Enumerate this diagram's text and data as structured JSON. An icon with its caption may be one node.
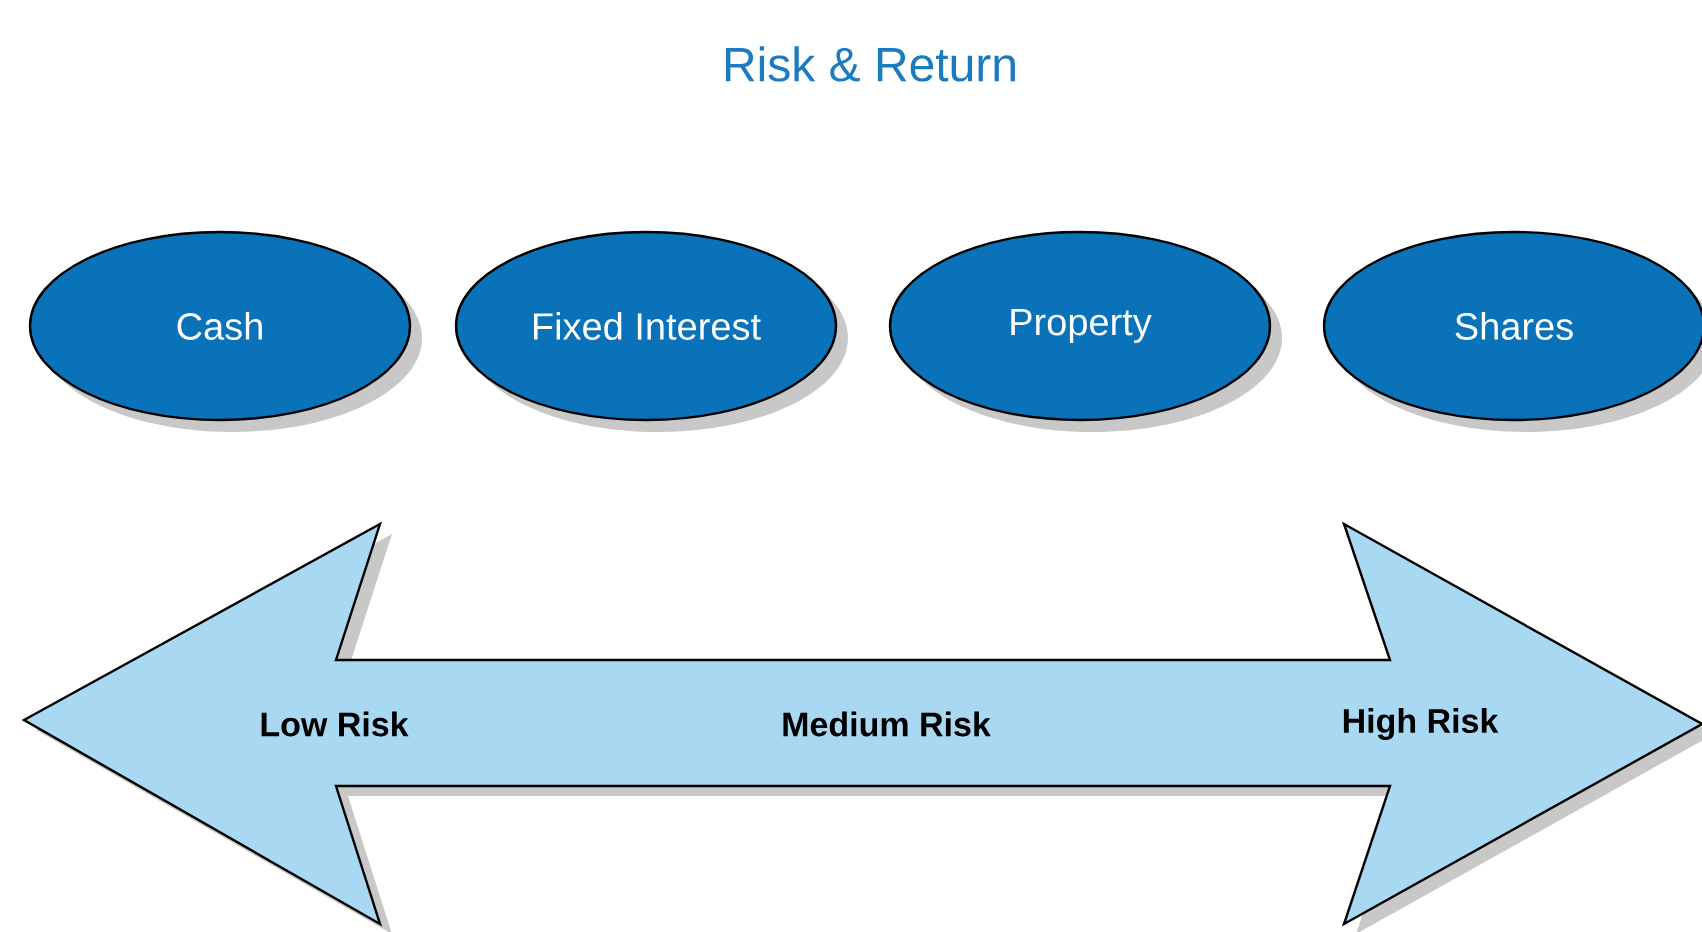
{
  "diagram": {
    "title": "Risk & Return",
    "nodes": [
      {
        "text": [
          "Cash"
        ]
      },
      {
        "text": [
          "Fixed Interest"
        ]
      },
      {
        "text": [
          "Property"
        ]
      },
      {
        "text": [
          "Shares"
        ]
      },
      {
        "text": [
          "Low Risk",
          "Medium Risk",
          "High Risk"
        ]
      }
    ]
  }
}
